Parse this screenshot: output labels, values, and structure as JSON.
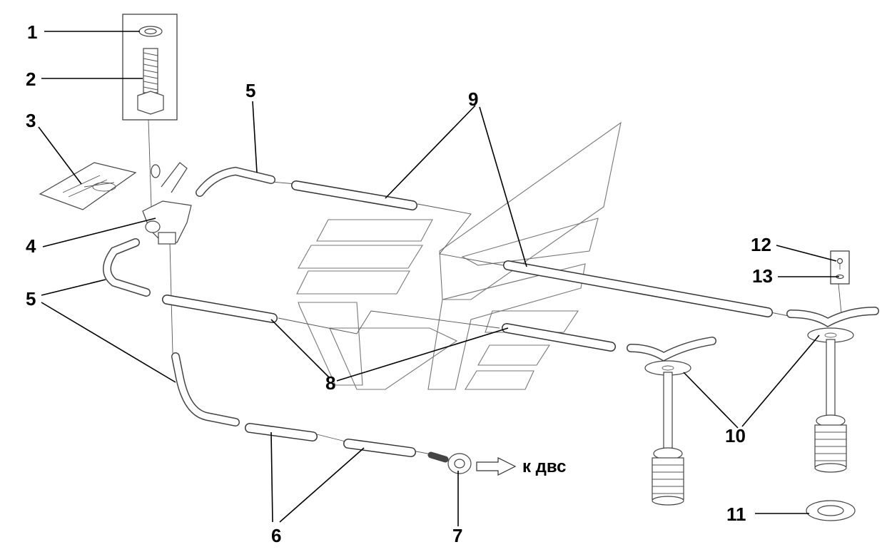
{
  "callouts": {
    "c1": "1",
    "c2": "2",
    "c3": "3",
    "c4": "4",
    "c5a": "5",
    "c5b": "5",
    "c6": "6",
    "c7": "7",
    "c8": "8",
    "c9": "9",
    "c10": "10",
    "c11": "11",
    "c12": "12",
    "c13": "13"
  },
  "destination_label": "к двс"
}
